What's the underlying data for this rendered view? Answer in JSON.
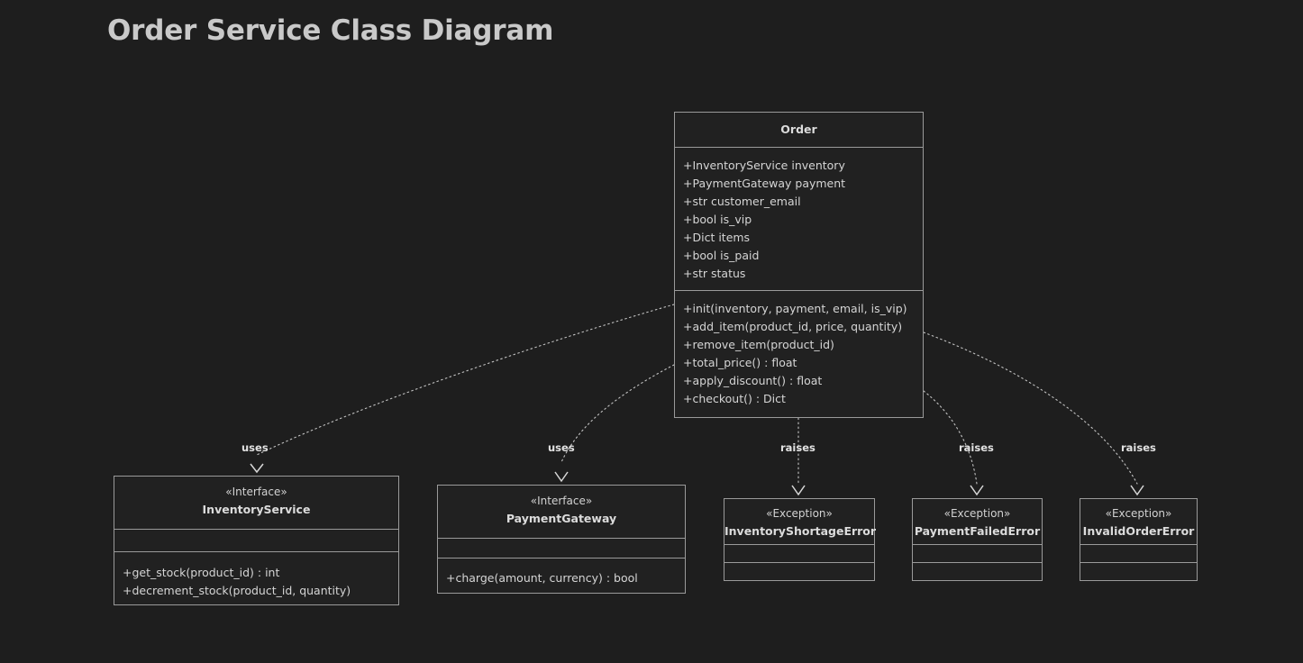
{
  "page": {
    "title": "Order Service Class Diagram",
    "background_color": "#1e1e1e",
    "text_color": "#d5d5d5",
    "border_color": "#9a9a9a",
    "box_fill_color": "#212121"
  },
  "diagram": {
    "type": "uml-class-diagram",
    "classes": [
      {
        "id": "order",
        "name": "Order",
        "stereotype": "",
        "attributes": [
          "+InventoryService inventory",
          "+PaymentGateway payment",
          "+str customer_email",
          "+bool is_vip",
          "+Dict items",
          "+bool is_paid",
          "+str status"
        ],
        "methods": [
          "+init(inventory, payment, email, is_vip)",
          "+add_item(product_id, price, quantity)",
          "+remove_item(product_id)",
          "+total_price() : float",
          "+apply_discount() : float",
          "+checkout() : Dict"
        ]
      },
      {
        "id": "inventory_service",
        "name": "InventoryService",
        "stereotype": "«Interface»",
        "attributes": [],
        "methods": [
          "+get_stock(product_id) : int",
          "+decrement_stock(product_id, quantity)"
        ]
      },
      {
        "id": "payment_gateway",
        "name": "PaymentGateway",
        "stereotype": "«Interface»",
        "attributes": [],
        "methods": [
          "+charge(amount, currency) : bool"
        ]
      },
      {
        "id": "inventory_shortage_error",
        "name": "InventoryShortageError",
        "stereotype": "«Exception»",
        "attributes": [],
        "methods": []
      },
      {
        "id": "payment_failed_error",
        "name": "PaymentFailedError",
        "stereotype": "«Exception»",
        "attributes": [],
        "methods": []
      },
      {
        "id": "invalid_order_error",
        "name": "InvalidOrderError",
        "stereotype": "«Exception»",
        "attributes": [],
        "methods": []
      }
    ],
    "relationships": [
      {
        "id": "rel-0",
        "from": "order",
        "to": "inventory_service",
        "label": "uses",
        "style": "dotted",
        "arrow": "open"
      },
      {
        "id": "rel-1",
        "from": "order",
        "to": "payment_gateway",
        "label": "uses",
        "style": "dotted",
        "arrow": "open"
      },
      {
        "id": "rel-2",
        "from": "order",
        "to": "inventory_shortage_error",
        "label": "raises",
        "style": "dotted",
        "arrow": "open"
      },
      {
        "id": "rel-3",
        "from": "order",
        "to": "payment_failed_error",
        "label": "raises",
        "style": "dotted",
        "arrow": "open"
      },
      {
        "id": "rel-4",
        "from": "order",
        "to": "invalid_order_error",
        "label": "raises",
        "style": "dotted",
        "arrow": "open"
      }
    ]
  }
}
